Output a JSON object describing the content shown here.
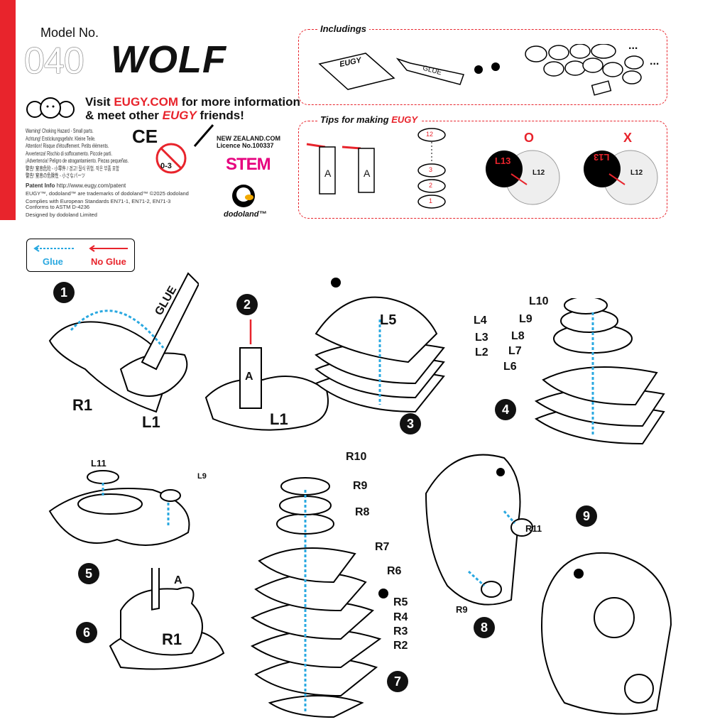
{
  "header": {
    "model_label": "Model No.",
    "model_number": "040",
    "model_name": "WOLF",
    "visit_1": "Visit ",
    "visit_site": "EUGY.COM",
    "visit_2": " for more information",
    "visit_3": "& meet other ",
    "visit_brand": "EUGY",
    "visit_4": " friends!"
  },
  "warnings": [
    "Warning! Choking Hazard - Small parts.",
    "Achtung! Erstickungsgefahr. Kleine Teile.",
    "Attention! Risque d'étouffement. Petits éléments.",
    "Avvertenza! Rischio di soffocamento. Piccole parti.",
    "¡Advertencia! Peligro de atragantamiento. Piezas pequeñas.",
    "警告! 窒息危险 - 小零件 / 경고! 질식 위험. 작은 부품 포함",
    "警告! 窒息の危険性 - 小さなパーツ"
  ],
  "ce_mark": "CE",
  "age_badge": "0-3",
  "patent_label": "Patent Info",
  "patent_url": "http://www.eugy.com/patent",
  "trademark": "EUGY™, dodoland™ are trademarks of dodoland™ ©2025 dodoland",
  "standards": "Complies with European Standards EN71-1, EN71-2, EN71-3",
  "astm": "Conforms to ASTM D-4236",
  "designer": "Designed by dodoland Limited",
  "nz": {
    "site": "NEW ZEALAND.COM",
    "licence": "Licence No.100337"
  },
  "stem_logo": "STEM",
  "dodoland_logo": "dodoland™",
  "includings": {
    "title": "Includings",
    "booklet": "EUGY",
    "glue": "GLUE",
    "more": "..."
  },
  "tips": {
    "title": "Tips for making",
    "brand": "EUGY",
    "card_letter": "A",
    "disc_numbers": [
      "12",
      "3",
      "2",
      "1"
    ],
    "ok_mark": "O",
    "bad_mark": "X",
    "l13": "L13",
    "l12": "L12"
  },
  "legend": {
    "glue": "Glue",
    "no_glue": "No Glue"
  },
  "steps": [
    "1",
    "2",
    "3",
    "4",
    "5",
    "6",
    "7",
    "8",
    "9"
  ],
  "parts": {
    "r1": "R1",
    "l1": "L1",
    "a": "A",
    "glue": "GLUE",
    "l2": "L2",
    "l3": "L3",
    "l4": "L4",
    "l5": "L5",
    "l6": "L6",
    "l7": "L7",
    "l8": "L8",
    "l9": "L9",
    "l10": "L10",
    "l11": "L11",
    "r2": "R2",
    "r3": "R3",
    "r4": "R4",
    "r5": "R5",
    "r6": "R6",
    "r7": "R7",
    "r8": "R8",
    "r9": "R9",
    "r10": "R10",
    "r11": "R11"
  },
  "colors": {
    "accent": "#e8242c",
    "glue_arrow": "#29a8e0"
  }
}
